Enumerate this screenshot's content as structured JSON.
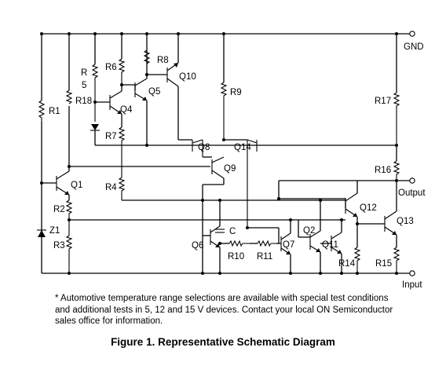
{
  "schematic": {
    "terminals": {
      "gnd": "GND",
      "output": "Output",
      "input": "Input"
    },
    "labels": {
      "R1": "R1",
      "R2": "R2",
      "R3": "R3",
      "R4": "R4",
      "R5_top": "R",
      "R5_bottom": "5",
      "R6": "R6",
      "R7": "R7",
      "R8": "R8",
      "R9": "R9",
      "R10": "R10",
      "R11": "R11",
      "R14": "R14",
      "R15": "R15",
      "R16": "R16",
      "R17": "R17",
      "R18": "R18",
      "Q1": "Q1",
      "Q2": "Q2",
      "Q4": "Q4",
      "Q5": "Q5",
      "Q6": "Q6",
      "Q7": "Q7",
      "Q8": "Q8",
      "Q9": "Q9",
      "Q10": "Q10",
      "Q11": "Q11",
      "Q12": "Q12",
      "Q13": "Q13",
      "Q14": "Q14",
      "Z1": "Z1",
      "C": "C"
    }
  },
  "footnote": {
    "line1": "* Automotive temperature range selections are available with special test conditions",
    "line2": "and additional tests in 5, 12 and 15 V devices. Contact your local ON Semiconductor",
    "line3": "sales office for information."
  },
  "caption": "Figure 1. Representative Schematic Diagram"
}
